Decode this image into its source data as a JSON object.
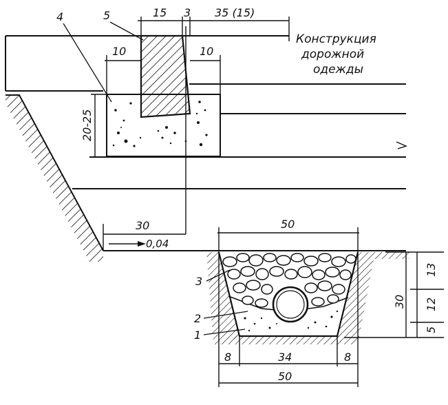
{
  "dimensions": {
    "top_15": "15",
    "top_3": "3",
    "top_35": "35 (15)",
    "left_10": "10",
    "right_10": "10",
    "vertical_20_25": "20-25",
    "slope_30": "30",
    "gradient": "0,04",
    "trench_top_50": "50",
    "bottom_8_left": "8",
    "bottom_34": "34",
    "bottom_8_right": "8",
    "bottom_50": "50",
    "right_30": "30",
    "right_13": "13",
    "right_12": "12",
    "right_5": "5"
  },
  "labels": {
    "pavement_line1": "Конструкция",
    "pavement_line2": "дорожной",
    "pavement_line3": "одежды"
  },
  "callouts": [
    "1",
    "2",
    "3",
    "4",
    "5"
  ],
  "colors": {
    "ink": "#111111",
    "paper": "#ffffff",
    "concrete": "#ffffff"
  }
}
